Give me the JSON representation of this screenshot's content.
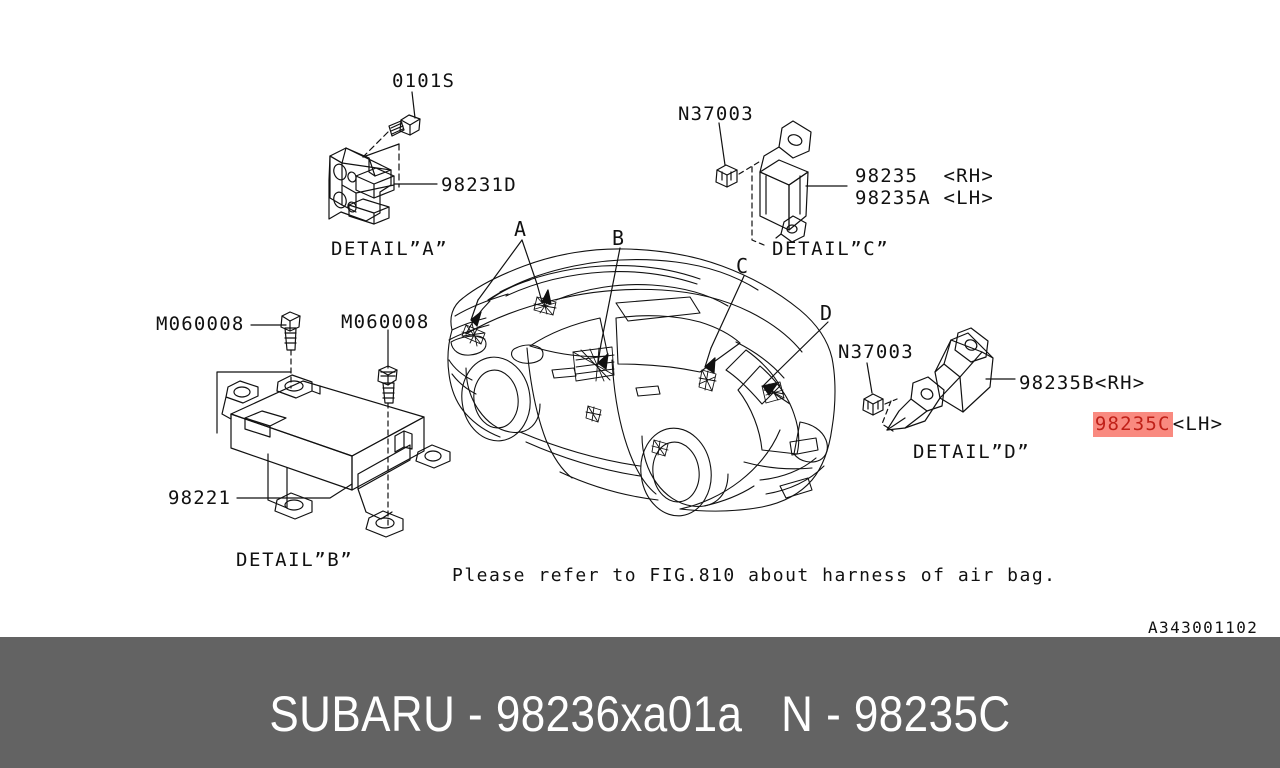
{
  "diagram": {
    "reference_code": "A343001102",
    "note": "Please refer to FIG.810 about harness of air bag.",
    "vehicle": "subaru-suv-rear-three-quarter"
  },
  "details": {
    "a": {
      "title": "DETAIL”A”",
      "fastener_label": "0101S",
      "part_label": "98231D"
    },
    "b": {
      "title": "DETAIL”B”",
      "fastener_label_left": "M060008",
      "fastener_label_right": "M060008",
      "part_label": "98221"
    },
    "c": {
      "title": "DETAIL”C”",
      "fastener_label": "N37003",
      "part_rh": "98235  <RH>",
      "part_lh": "98235A <LH>"
    },
    "d": {
      "title": "DETAIL”D”",
      "fastener_label": "N37003",
      "part_rh": "98235B<RH>",
      "part_lh_number": "98235C",
      "part_lh_suffix": "<LH>"
    }
  },
  "callouts": [
    {
      "letter": "A"
    },
    {
      "letter": "B"
    },
    {
      "letter": "C"
    },
    {
      "letter": "D"
    }
  ],
  "footer": {
    "brand": "SUBARU",
    "separator_1": "-",
    "catalog_number": "98236xa01a",
    "prefix": "N",
    "separator_2": "-",
    "part_number": "98235C",
    "full_text": "SUBARU - 98236xa01a    N - 98235C"
  },
  "colors": {
    "footer_background": "#636363",
    "footer_text": "#ffffff",
    "highlight_background": "#f98a80",
    "highlight_text": "#c02018",
    "line": "#111111",
    "page_background": "#ffffff"
  }
}
